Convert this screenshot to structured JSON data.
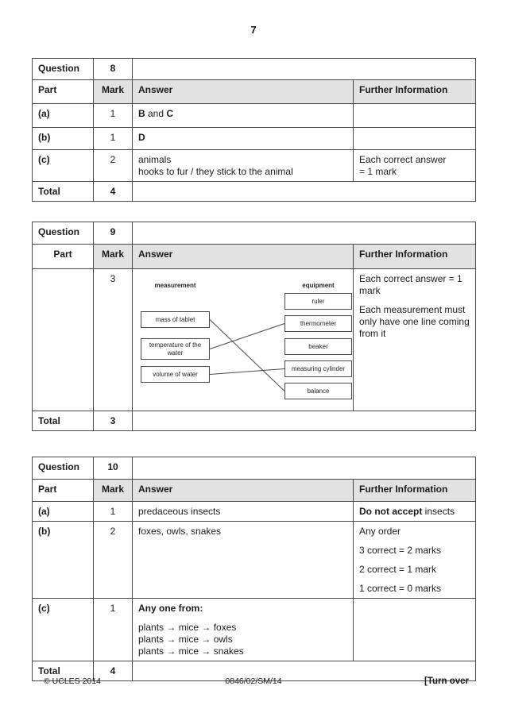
{
  "page_number": "7",
  "labels": {
    "question": "Question",
    "part": "Part",
    "mark": "Mark",
    "answer": "Answer",
    "further_information": "Further Information",
    "total": "Total"
  },
  "tables": [
    {
      "question_number": "8",
      "total": "4",
      "rows": [
        {
          "part": "(a)",
          "mark": "1",
          "answer": [
            [
              {
                "t": "B",
                "b": true
              },
              {
                "t": " and "
              },
              {
                "t": "C",
                "b": true
              }
            ]
          ],
          "further": []
        },
        {
          "part": "(b)",
          "mark": "1",
          "answer": [
            [
              {
                "t": "D",
                "b": true
              }
            ]
          ],
          "further": []
        },
        {
          "part": "(c)",
          "mark": "2",
          "answer": [
            [
              {
                "t": "animals"
              }
            ],
            [
              {
                "t": "hooks to fur / they stick to the animal"
              }
            ]
          ],
          "further": [
            [
              {
                "t": "Each correct answer"
              }
            ],
            [
              {
                "t": "= 1 mark"
              }
            ]
          ]
        }
      ]
    },
    {
      "question_number": "9",
      "total": "3",
      "rows": [
        {
          "part": "",
          "mark": "3",
          "answer": [],
          "further": [
            [
              {
                "t": "Each correct answer = 1 mark"
              }
            ],
            [],
            [
              {
                "t": "Each measurement must only have one line coming from it"
              }
            ]
          ]
        }
      ]
    },
    {
      "question_number": "10",
      "total": "4",
      "rows": [
        {
          "part": "(a)",
          "mark": "1",
          "answer": [
            [
              {
                "t": "predaceous insects"
              }
            ]
          ],
          "further": [
            [
              {
                "t": "Do not accept",
                "b": true
              },
              {
                "t": " insects"
              }
            ]
          ]
        },
        {
          "part": "(b)",
          "mark": "2",
          "answer": [
            [
              {
                "t": "foxes, owls, snakes"
              }
            ]
          ],
          "further": [
            [
              {
                "t": "Any order"
              }
            ],
            [],
            [
              {
                "t": "3 correct = 2 marks"
              }
            ],
            [],
            [
              {
                "t": "2 correct = 1 mark"
              }
            ],
            [],
            [
              {
                "t": "1 correct = 0 marks"
              }
            ]
          ]
        },
        {
          "part": "(c)",
          "mark": "1",
          "answer": [
            [
              {
                "t": "Any one from:",
                "b": true
              }
            ],
            [],
            [
              {
                "t": "plants → mice → foxes"
              }
            ],
            [
              {
                "t": "plants → mice → owls"
              }
            ],
            [
              {
                "t": "plants → mice → snakes"
              }
            ]
          ],
          "further": []
        }
      ]
    }
  ],
  "diagram": {
    "left_header": "measurement",
    "right_header": "equipment",
    "left_boxes": [
      {
        "id": "mass",
        "label": "mass of tablet"
      },
      {
        "id": "temperature",
        "label": "temperature of the water"
      },
      {
        "id": "volume",
        "label": "volume of water"
      }
    ],
    "right_boxes": [
      {
        "id": "ruler",
        "label": "ruler"
      },
      {
        "id": "thermometer",
        "label": "thermometer"
      },
      {
        "id": "beaker",
        "label": "beaker"
      },
      {
        "id": "cylinder",
        "label": "measuring cylinder"
      },
      {
        "id": "balance",
        "label": "balance"
      }
    ],
    "connections": [
      [
        "mass",
        "balance"
      ],
      [
        "temperature",
        "thermometer"
      ],
      [
        "volume",
        "cylinder"
      ]
    ],
    "line_color": "#4a4a4a"
  },
  "footer": {
    "copyright": "© UCLES 2014",
    "paper_code": "0846/02/SM/14",
    "turn_over": "[Turn over"
  }
}
